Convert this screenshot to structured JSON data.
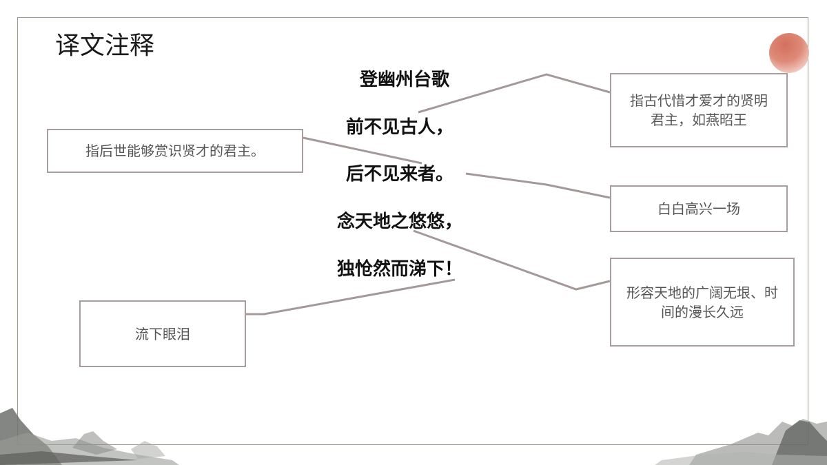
{
  "slide": {
    "title": "译文注释"
  },
  "poem": {
    "title": "登幽州台歌",
    "lines": [
      "前不见古人，",
      "后不见来者。",
      "念天地之悠悠，",
      "独怆然而涕下！"
    ]
  },
  "notes": {
    "ancients": "指古代惜才爱才的贤明君主，如燕昭王",
    "successors": "指后世能够赏识贤才的君主。",
    "vain_joy": "白白高兴一场",
    "vastness": "形容天地的广阔无垠、时间的漫长久远",
    "tears": "流下眼泪"
  },
  "colors": {
    "frame": "#a0978c",
    "connector": "#a49898",
    "box_border": "#a89c9c",
    "sun": "#d4705d",
    "poem_text": "#111111",
    "note_text": "#555555"
  }
}
